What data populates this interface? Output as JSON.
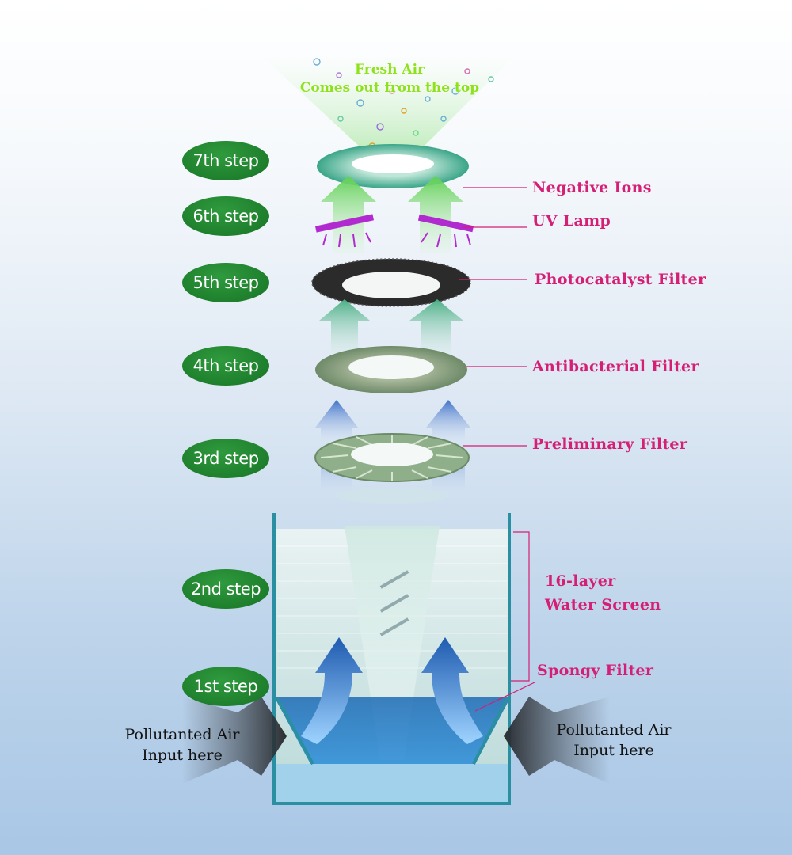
{
  "top_text": {
    "line1": "Fresh Air",
    "line2": "Comes out from the top"
  },
  "steps": [
    "7th step",
    "6th step",
    "5th step",
    "4th step",
    "3rd step",
    "2nd step",
    "1st step"
  ],
  "labels": {
    "negative_ions": "Negative Ions",
    "uv_lamp": "UV Lamp",
    "photocatalyst": "Photocatalyst Filter",
    "antibacterial": "Antibacterial Filter",
    "preliminary": "Preliminary Filter",
    "water_screen_line1": "16-layer",
    "water_screen_line2": "Water Screen",
    "spongy": "Spongy Filter"
  },
  "inputs": {
    "left_line1": "Pollutanted Air",
    "left_line2": "Input here",
    "right_line1": "Pollutanted Air",
    "right_line2": "Input here"
  },
  "colors": {
    "step_badge": "#1e7f2c",
    "label_text": "#d41f75",
    "fresh_air_text": "#8ee21d",
    "uv_lamp": "#b02ad0",
    "water": "#cfe6e0",
    "tank_frame": "#2a8fa0"
  }
}
